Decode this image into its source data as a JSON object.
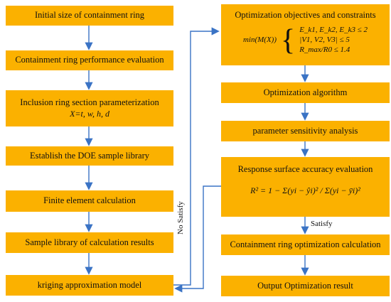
{
  "left_column": [
    {
      "id": "b1",
      "text": "Initial size of containment ring"
    },
    {
      "id": "b2",
      "text": "Containment ring performance evaluation"
    },
    {
      "id": "b3",
      "text": "Inclusion ring section parameterization",
      "sub": "X=t, w, h, d"
    },
    {
      "id": "b4",
      "text": "Establish the DOE sample library"
    },
    {
      "id": "b5",
      "text": "Finite element calculation"
    },
    {
      "id": "b6",
      "text": "Sample library of calculation results"
    },
    {
      "id": "b7",
      "text": "kriging approximation model"
    }
  ],
  "right_column": {
    "objectives": {
      "title": "Optimization objectives and constraints",
      "objective": "min(M(X))",
      "constraints": [
        "E_k1, E_k2, E_k3 ≤ 2",
        "|V1, V2, V3| ≤ 5",
        "R_max/R0 ≤ 1.4"
      ]
    },
    "algorithm": "Optimization algorithm",
    "sensitivity": "parameter sensitivity analysis",
    "response": {
      "title": "Response surface accuracy evaluation",
      "formula": "R² = 1 − Σ(yi − ŷi)² / Σ(yi − ȳi)²"
    },
    "calculation": "Containment ring optimization calculation",
    "output": "Output Optimization result"
  },
  "edge_labels": {
    "satisfy": "Satisfy",
    "no_satisfy": "No Satisfy"
  },
  "colors": {
    "box": "#fbb100",
    "arrow": "#3a73c5"
  }
}
